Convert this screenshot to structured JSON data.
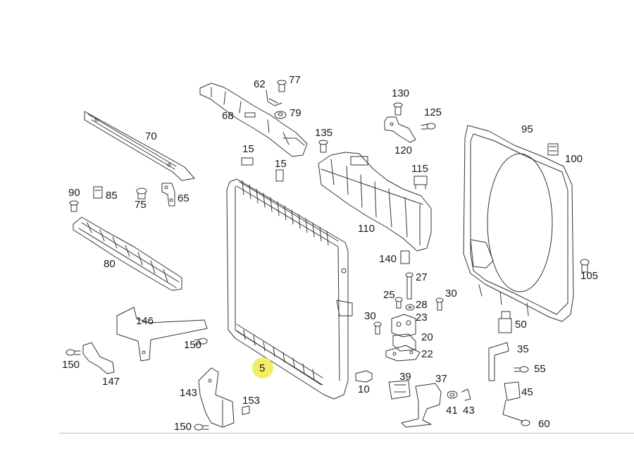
{
  "diagram": {
    "highlight_color": "#f2ee6a",
    "line_color": "#333333",
    "selected_label": "5",
    "labels": {
      "p62": "62",
      "p77": "77",
      "p79": "79",
      "p68": "68",
      "p70": "70",
      "p130": "130",
      "p125": "125",
      "p120": "120",
      "p135": "135",
      "p95": "95",
      "p100": "100",
      "p15a": "15",
      "p15b": "15",
      "p115": "115",
      "p90": "90",
      "p85": "85",
      "p75": "75",
      "p65": "65",
      "p110": "110",
      "p80": "80",
      "p140": "140",
      "p27": "27",
      "p105": "105",
      "p25": "25",
      "p28": "28",
      "p30a": "30",
      "p30b": "30",
      "p23": "23",
      "p146": "146",
      "p50": "50",
      "p20": "20",
      "p150a": "150",
      "p35": "35",
      "p22": "22",
      "p150b": "150",
      "p5": "5",
      "p55": "55",
      "p147": "147",
      "p39": "39",
      "p37": "37",
      "p10": "10",
      "p45": "45",
      "p143": "143",
      "p153": "153",
      "p41": "41",
      "p43": "43",
      "p60": "60",
      "p150c": "150"
    }
  }
}
